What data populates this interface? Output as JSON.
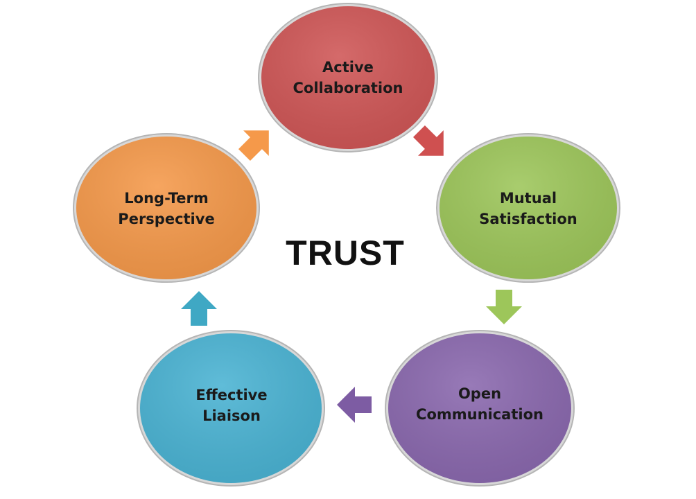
{
  "title": "TRUST",
  "nodes": [
    {
      "line1": "Active",
      "line2": "Collaboration",
      "color": "#cf5656"
    },
    {
      "line1": "Mutual",
      "line2": "Satisfaction",
      "color": "#9dc65a"
    },
    {
      "line1": "Open",
      "line2": "Communication",
      "color": "#8a68ae"
    },
    {
      "line1": "Effective",
      "line2": "Liaison",
      "color": "#4ab3d3"
    },
    {
      "line1": "Long-Term",
      "line2": "Perspective",
      "color": "#f5994a"
    }
  ],
  "arrow_colors": [
    "#cf5050",
    "#9dc65a",
    "#7d5ca3",
    "#3fa8c4",
    "#f5994a"
  ]
}
